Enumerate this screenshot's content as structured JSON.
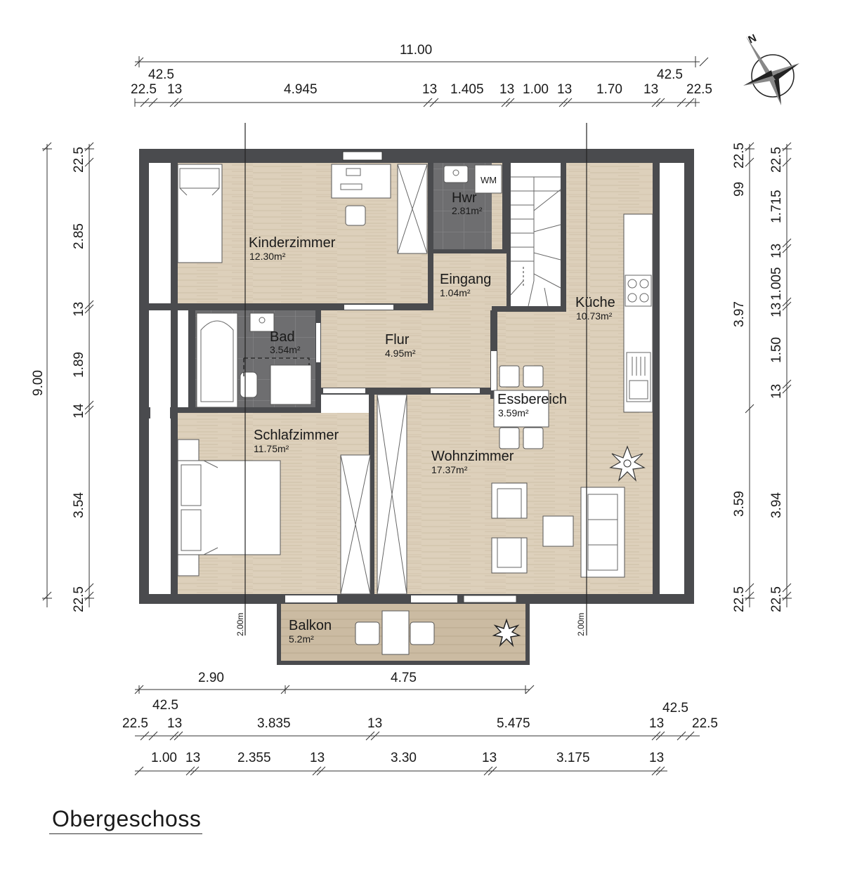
{
  "title": "Obergeschoss",
  "north_label": "N",
  "colors": {
    "wall": "#4a4b4e",
    "wood_floor": "#ddd0bb",
    "wood_floor_dark": "#cfc0a7",
    "tile": "#6e6e70",
    "tile_grout": "#8a8a8c",
    "balcony_deck": "#c8b8a0"
  },
  "rooms": [
    {
      "id": "kinderzimmer",
      "name": "Kinderzimmer",
      "area": "12.30m²"
    },
    {
      "id": "hwr",
      "name": "Hwr",
      "area": "2.81m²"
    },
    {
      "id": "eingang",
      "name": "Eingang",
      "area": "1.04m²"
    },
    {
      "id": "kueche",
      "name": "Küche",
      "area": "10.73m²"
    },
    {
      "id": "bad",
      "name": "Bad",
      "area": "3.54m²"
    },
    {
      "id": "flur",
      "name": "Flur",
      "area": "4.95m²"
    },
    {
      "id": "essbereich",
      "name": "Essbereich",
      "area": "3.59m²"
    },
    {
      "id": "schlafzimmer",
      "name": "Schlafzimmer",
      "area": "11.75m²"
    },
    {
      "id": "wohnzimmer",
      "name": "Wohnzimmer",
      "area": "17.37m²"
    },
    {
      "id": "balkon",
      "name": "Balkon",
      "area": "5.2m²"
    }
  ],
  "appliance_label": "WM",
  "section_height_labels": [
    "2.00m",
    "2.00m"
  ],
  "dimensions": {
    "top_total": "11.00",
    "top_row2_over": [
      "42.5",
      "42.5"
    ],
    "top_row2": [
      "22.5",
      "13",
      "4.945",
      "13",
      "1.405",
      "13",
      "1.00",
      "13",
      "1.70",
      "13",
      "22.5"
    ],
    "left_total": "9.00",
    "left_chain": [
      "22.5",
      "2.85",
      "13",
      "1.89",
      "14",
      "3.54",
      "22.5"
    ],
    "right_inner": [
      "22.5",
      "99",
      "3.97",
      "3.59",
      "22.5"
    ],
    "right_outer": [
      "22.5",
      "1.715",
      "13",
      "1.005",
      "13",
      "1.50",
      "13",
      "3.94",
      "22.5"
    ],
    "bottom_row1": [
      "2.90",
      "4.75"
    ],
    "bottom_row2_over": [
      "42.5",
      "42.5"
    ],
    "bottom_row2": [
      "22.5",
      "13",
      "3.835",
      "13",
      "5.475",
      "13",
      "22.5"
    ],
    "bottom_row3": [
      "1.00",
      "13",
      "2.355",
      "13",
      "3.30",
      "13",
      "3.175",
      "13"
    ]
  }
}
